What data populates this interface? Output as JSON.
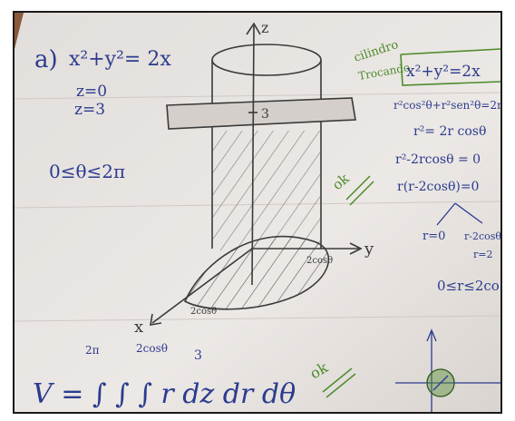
{
  "photo": {
    "colors": {
      "paper": "#e6e2df",
      "table": "#8a5a3c",
      "blue_ink": "#2b3b8f",
      "pencil": "#3a3a3a",
      "green_marker": "#4d8b2a"
    },
    "left_notes": {
      "label": "a)",
      "equation": "x²+y²= 2x",
      "z0": "z=0",
      "z3": "z=3",
      "theta_range": "0≤θ≤2π"
    },
    "sketch": {
      "z_axis": "z",
      "y_axis": "y",
      "x_axis": "x",
      "height_tick": "3",
      "y_mark": "2cosθ",
      "x_mark": "2cosθ"
    },
    "right_notes": {
      "heading_1": "cilindro",
      "heading_2": "Trocando",
      "boxed_eq": "x²+y²=2x",
      "line1": "r²cos²θ+r²sen²θ=2r",
      "line2": "r²= 2r cosθ",
      "line3": "r²-2rcosθ = 0",
      "line4": "r(r-2cosθ)=0",
      "root1": "r=0",
      "root2": "r-2cosθ",
      "root3": "r=2",
      "r_range": "0≤r≤2co",
      "check": "ok"
    },
    "bottom": {
      "integral_text": "V = ∫ ∫ ∫ r dz dr dθ",
      "upper_theta": "2π",
      "upper_r": "2cosθ",
      "upper_z": "3",
      "check": "ok"
    }
  }
}
